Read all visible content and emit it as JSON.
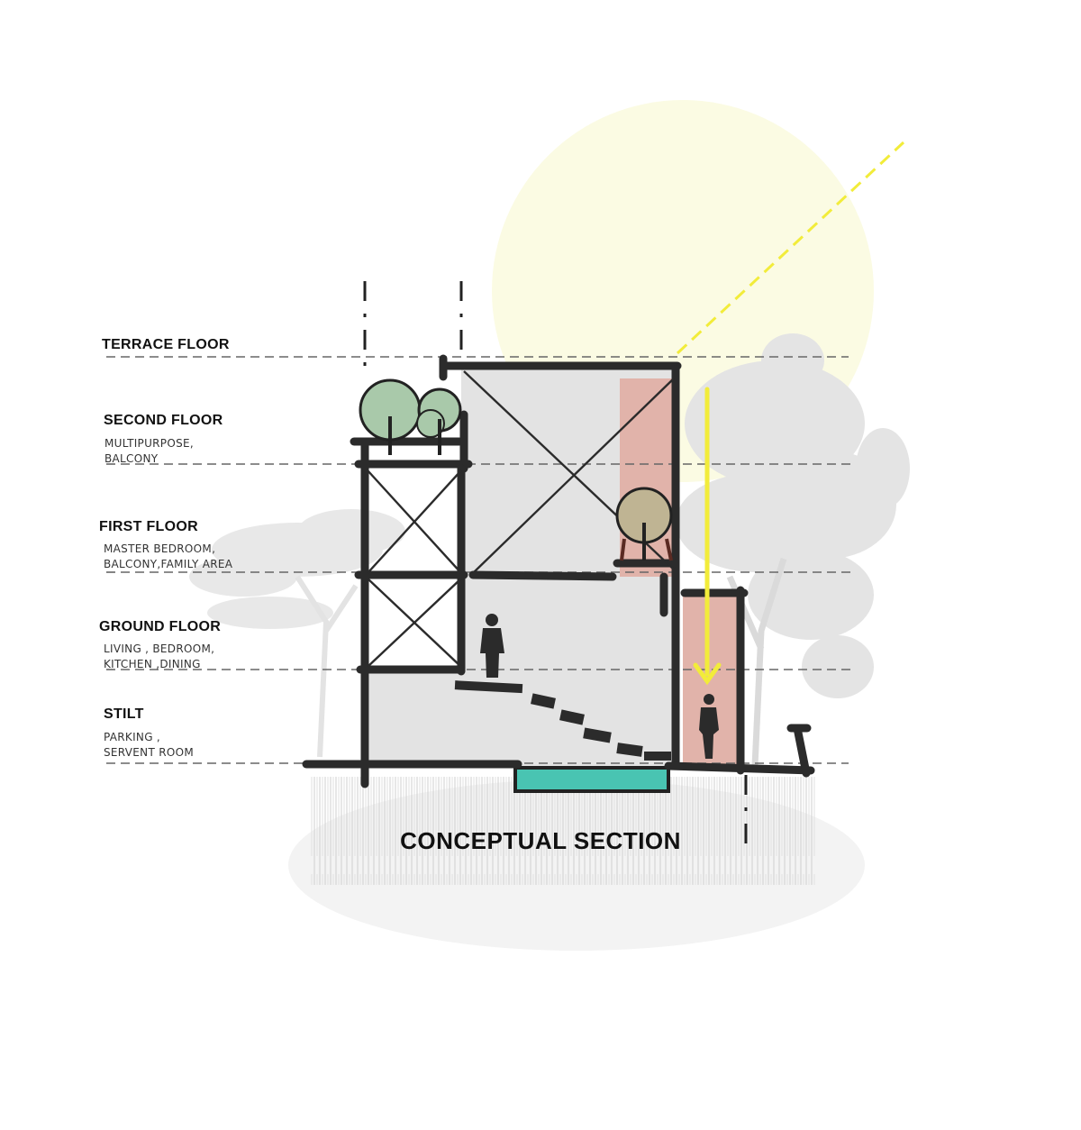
{
  "diagram": {
    "title": "CONCEPTUAL SECTION",
    "levels": [
      {
        "name": "TERRACE FLOOR",
        "lines": []
      },
      {
        "name": "SECOND FLOOR",
        "lines": [
          "MULTIPURPOSE,",
          "BALCONY"
        ]
      },
      {
        "name": "FIRST FLOOR",
        "lines": [
          "MASTER BEDROOM,",
          "BALCONY,FAMILY AREA"
        ]
      },
      {
        "name": "GROUND FLOOR",
        "lines": [
          "LIVING , BEDROOM,",
          "KITCHEN ,DINING"
        ]
      },
      {
        "name": "STILT",
        "lines": [
          "PARKING ,",
          "SERVENT ROOM"
        ]
      }
    ],
    "colors": {
      "sun": "#fbfbe3",
      "interior": "#e3e3e3",
      "lightwell": "#e1b3aa",
      "sun_ray": "#f2ec3a",
      "pool": "#49c4b2",
      "tree_green": "#a9c9aa",
      "tree_olive": "#bfb493",
      "wall": "#2b2b2b",
      "level_line": "#666666"
    }
  }
}
